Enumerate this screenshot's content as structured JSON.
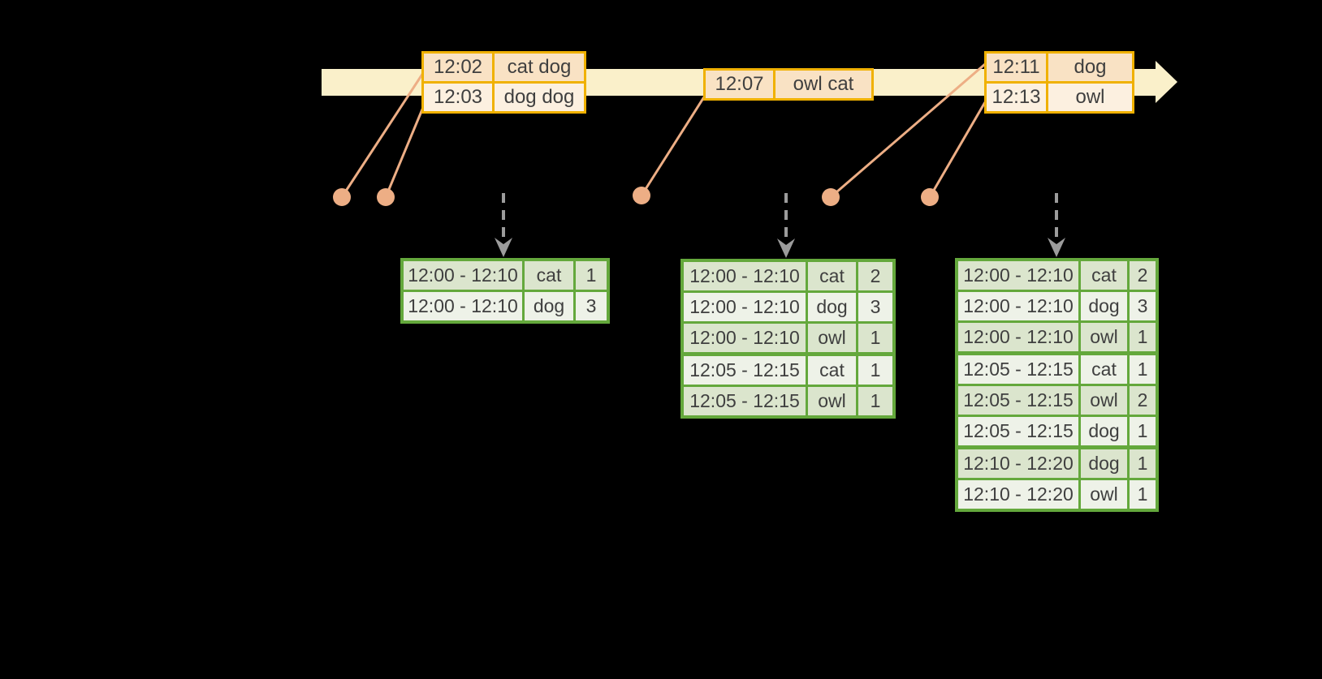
{
  "diagram": {
    "background": "#000000",
    "colors": {
      "timeline_fill": "#FAF0CA",
      "event_border": "#F0B100",
      "event_row_dark": "#F9E2C4",
      "event_row_light": "#FCF0E0",
      "result_border": "#64A83C",
      "result_row_dark": "#DBE5CD",
      "result_row_light": "#EEF2E8",
      "connector_color": "#EDAE85",
      "dashed_arrow_color": "#9C9C9C",
      "text_color": "#3F3F3F"
    },
    "icons": {
      "timeline_arrow": "right-arrow",
      "flow_arrow": "down-dashed-arrow",
      "event_marker": "dot"
    },
    "event_tables": {
      "batch1": {
        "rows": [
          {
            "time": "12:02",
            "words": "cat dog"
          },
          {
            "time": "12:03",
            "words": "dog dog"
          }
        ]
      },
      "batch2": {
        "rows": [
          {
            "time": "12:07",
            "words": "owl cat"
          }
        ]
      },
      "batch3": {
        "rows": [
          {
            "time": "12:11",
            "words": "dog"
          },
          {
            "time": "12:13",
            "words": "owl"
          }
        ]
      }
    },
    "result_tables": {
      "result1": {
        "rows": [
          {
            "window": "12:00 - 12:10",
            "word": "cat",
            "count": "1"
          },
          {
            "window": "12:00 - 12:10",
            "word": "dog",
            "count": "3"
          }
        ]
      },
      "result2": {
        "rows": [
          {
            "window": "12:00 - 12:10",
            "word": "cat",
            "count": "2"
          },
          {
            "window": "12:00 - 12:10",
            "word": "dog",
            "count": "3"
          },
          {
            "window": "12:00 - 12:10",
            "word": "owl",
            "count": "1"
          },
          {
            "window": "12:05 - 12:15",
            "word": "cat",
            "count": "1"
          },
          {
            "window": "12:05 - 12:15",
            "word": "owl",
            "count": "1"
          }
        ]
      },
      "result3": {
        "rows": [
          {
            "window": "12:00 - 12:10",
            "word": "cat",
            "count": "2"
          },
          {
            "window": "12:00 - 12:10",
            "word": "dog",
            "count": "3"
          },
          {
            "window": "12:00 - 12:10",
            "word": "owl",
            "count": "1"
          },
          {
            "window": "12:05 - 12:15",
            "word": "cat",
            "count": "1"
          },
          {
            "window": "12:05 - 12:15",
            "word": "owl",
            "count": "2"
          },
          {
            "window": "12:05 - 12:15",
            "word": "dog",
            "count": "1"
          },
          {
            "window": "12:10 - 12:20",
            "word": "dog",
            "count": "1"
          },
          {
            "window": "12:10 - 12:20",
            "word": "owl",
            "count": "1"
          }
        ]
      }
    }
  }
}
